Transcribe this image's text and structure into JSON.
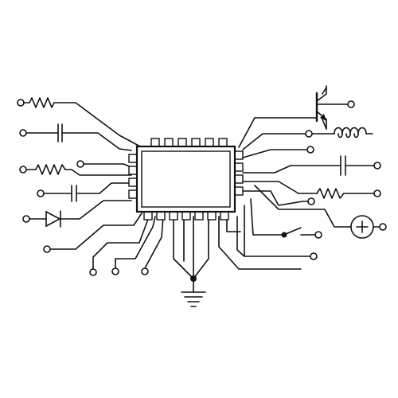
{
  "diagram": {
    "kind": "circuit-schematic",
    "stroke_color": "#111111",
    "background_color": "#ffffff",
    "components": [
      "integrated-circuit-chip",
      "resistor",
      "capacitor",
      "diode",
      "npn-transistor",
      "inductor",
      "voltage-source",
      "switch",
      "ground"
    ]
  }
}
